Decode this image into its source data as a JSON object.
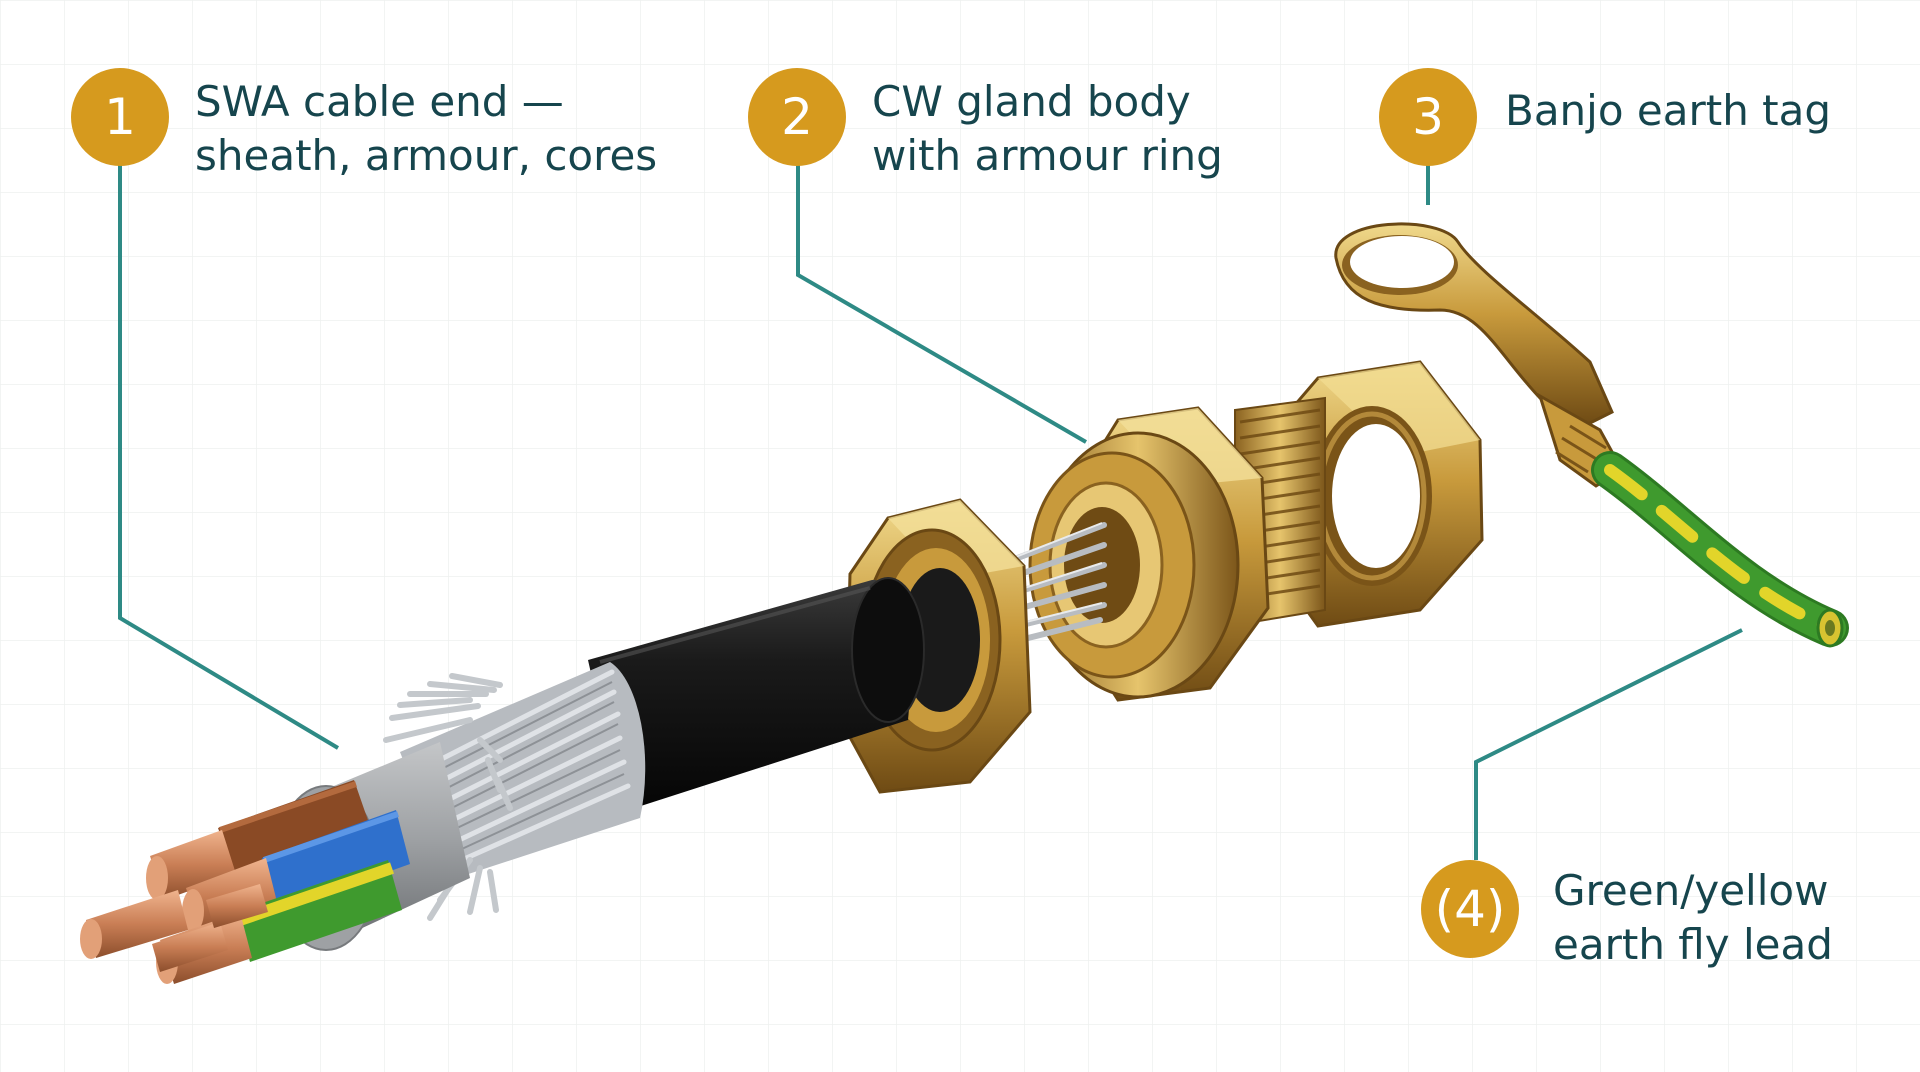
{
  "colors": {
    "background": "#ffffff",
    "grid": "#eef0ef",
    "badge": "#d69a1e",
    "leader": "#2e8a85",
    "label_text": "#16454d",
    "brass_dark": "#7a5418",
    "brass_mid": "#c59a3a",
    "brass_light": "#edd284",
    "sheath": "#151515",
    "armour_wire": "#c9ccd0",
    "bedding": "#9ea1a4",
    "copper": "#c97e55",
    "core_brown": "#8a4a25",
    "core_blue": "#2f70cc",
    "core_earth_green": "#3f9a2e",
    "core_earth_yellow": "#e2d52a"
  },
  "callouts": [
    {
      "number": "1",
      "lines": [
        "SWA cable end —",
        "sheath, armour, cores"
      ]
    },
    {
      "number": "2",
      "lines": [
        "CW gland body",
        "with armour ring"
      ]
    },
    {
      "number": "3",
      "lines": [
        "Banjo earth tag"
      ]
    },
    {
      "number": "(4)",
      "lines": [
        "Green/yellow",
        "earth fly lead"
      ]
    }
  ]
}
